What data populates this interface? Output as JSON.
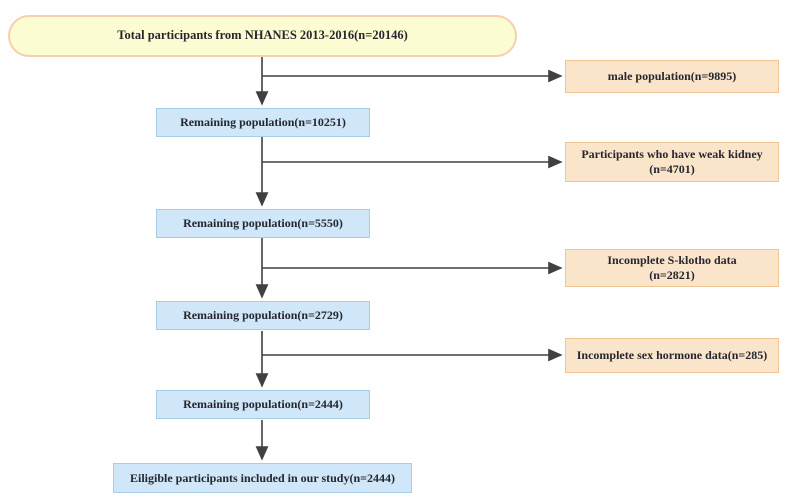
{
  "diagram": {
    "type": "participant-flowchart",
    "title_box": {
      "label": "Total participants from NHANES 2013-2016(n=20146)"
    },
    "main_boxes": [
      {
        "label": "Remaining population(n=10251)"
      },
      {
        "label": "Remaining population(n=5550)"
      },
      {
        "label": "Remaining population(n=2729)"
      },
      {
        "label": "Remaining population(n=2444)"
      },
      {
        "label": "Eiligible participants included in our study(n=2444)"
      }
    ],
    "exclusion_boxes": [
      {
        "line1": "male population(n=9895)",
        "line2": ""
      },
      {
        "line1": "Participants who have weak kidney",
        "line2": "(n=4701)"
      },
      {
        "line1": "Incomplete S-klotho data",
        "line2": "(n=2821)"
      },
      {
        "line1": "Incomplete sex hormone data(n=285)",
        "line2": ""
      }
    ],
    "colors": {
      "start_fill": "#fcfcd2",
      "start_border": "#f6cfae",
      "main_fill": "#cfe7f8",
      "main_border": "#a5cde6",
      "exclusion_fill": "#fae5cb",
      "exclusion_border": "#f0c493",
      "arrow": "#404040",
      "text": "#26262e",
      "background": "#ffffff"
    }
  }
}
